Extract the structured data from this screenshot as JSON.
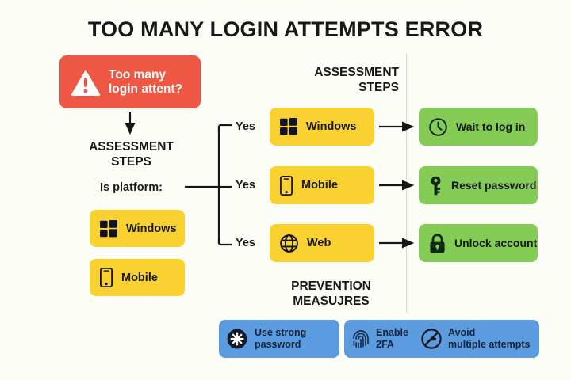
{
  "title": "TOO MANY LOGIN ATTEMPTS ERROR",
  "colors": {
    "background": "#fdfdf8",
    "alert_red": "#ee5744",
    "yellow": "#f9d130",
    "green": "#84cc56",
    "blue": "#5b9be0",
    "text_dark": "#18181a",
    "divider": "#d9d9d2"
  },
  "alert": {
    "icon": "warning-triangle-icon",
    "text": "Too many\nlogin attent?"
  },
  "left_column": {
    "heading": "ASSESSMENT\nSTEPS",
    "question": "Is platform:",
    "options": [
      {
        "label": "Windows",
        "icon": "windows-icon"
      },
      {
        "label": "Mobile",
        "icon": "mobile-phone-icon"
      }
    ]
  },
  "middle_column": {
    "heading": "ASSESSMENT\nSTEPS",
    "branch_label": "Yes",
    "branches": [
      {
        "yes": "Yes",
        "label": "Windows",
        "icon": "windows-icon"
      },
      {
        "yes": "Yes",
        "label": "Mobile",
        "icon": "mobile-phone-icon"
      },
      {
        "yes": "Yes",
        "label": "Web",
        "icon": "globe-icon"
      }
    ]
  },
  "right_column": {
    "outcomes": [
      {
        "label": "Wait to log in",
        "icon": "clock-icon"
      },
      {
        "label": "Reset password",
        "icon": "key-icon"
      },
      {
        "label": "Unlock account",
        "icon": "lock-icon"
      }
    ]
  },
  "prevention": {
    "heading": "PREVENTION\nMEASUJRES",
    "items": [
      {
        "label": "Use strong\npassword",
        "icon": "password-asterisk-icon"
      },
      {
        "label": "Enable\n2FA",
        "icon": "fingerprint-icon"
      },
      {
        "label": "Avoid\nmultiple attempts",
        "icon": "no-entry-icon"
      }
    ]
  }
}
